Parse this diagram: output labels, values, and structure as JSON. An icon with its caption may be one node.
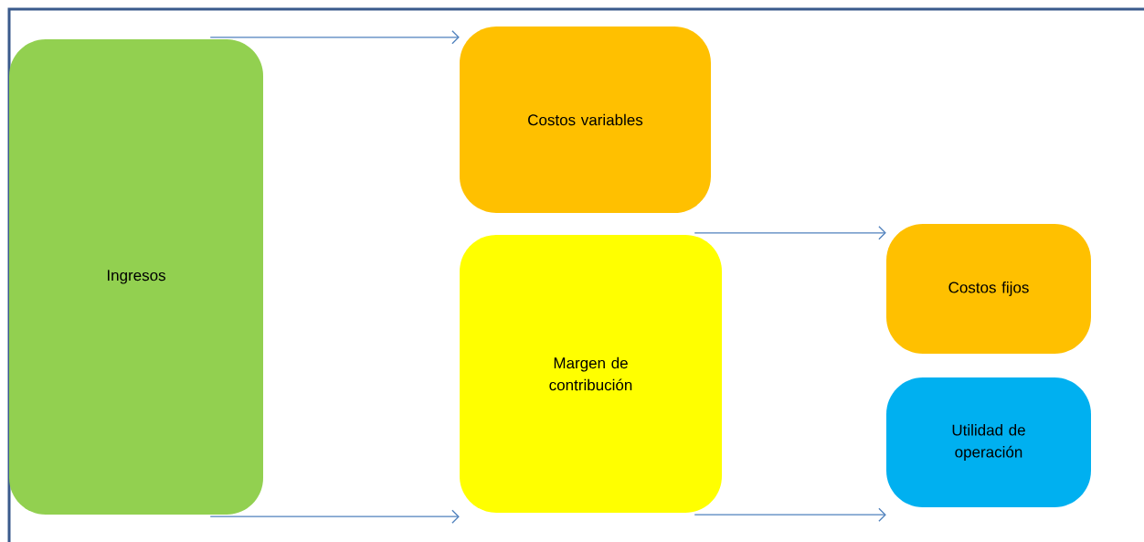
{
  "diagram": {
    "nodes": [
      {
        "text": [
          "Ingresos"
        ]
      },
      {
        "text": [
          "Costos variables"
        ]
      },
      {
        "text": [
          "Margen de contribución"
        ]
      },
      {
        "text": [
          "Costos fijos"
        ]
      },
      {
        "text": [
          "Utilidad de operación"
        ]
      }
    ],
    "edges": [
      {
        "from": 0,
        "to": 1,
        "arrow": "to"
      },
      {
        "from": 0,
        "to": 2,
        "arrow": "to"
      },
      {
        "from": 2,
        "to": 3,
        "arrow": "to"
      },
      {
        "from": 2,
        "to": 4,
        "arrow": "to"
      }
    ]
  }
}
